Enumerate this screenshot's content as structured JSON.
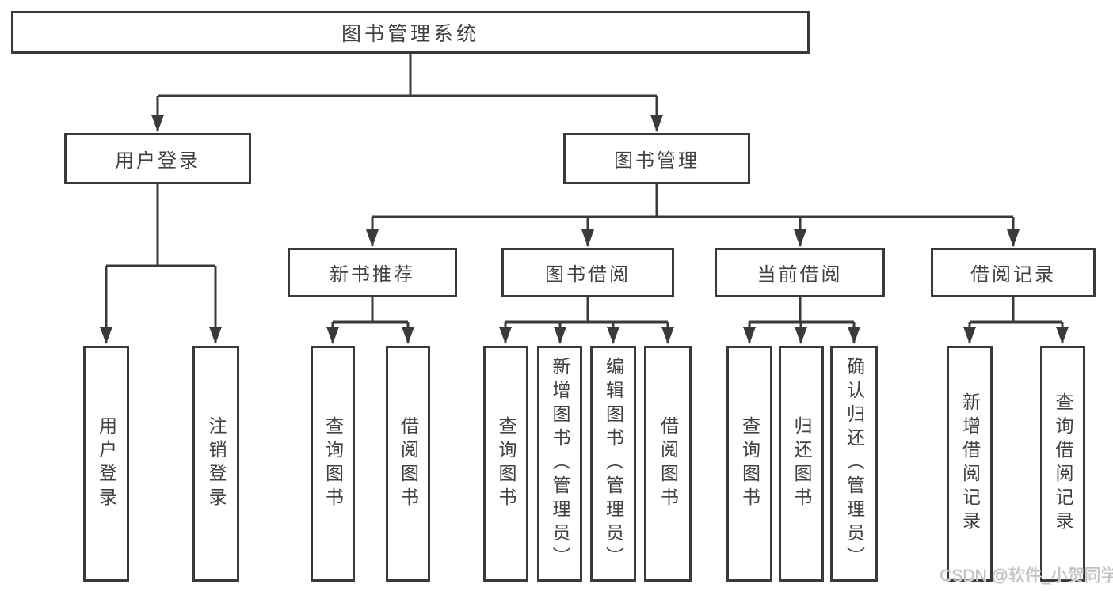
{
  "nodes": {
    "root": "图书管理系统",
    "user_login": "用户登录",
    "book_mgmt": "图书管理",
    "new_books": "新书推荐",
    "book_borrow": "图书借阅",
    "current_borrow": "当前借阅",
    "borrow_records": "借阅记录",
    "leaf_user_login": "用户登录",
    "leaf_logout": "注销登录",
    "nb_query_books": "查询图书",
    "nb_borrow_books": "借阅图书",
    "bb_query_books": "查询图书",
    "bb_add_books": "新增图书（管理员）",
    "bb_edit_books": "编辑图书（管理员）",
    "bb_borrow_books": "借阅图书",
    "cb_query_books": "查询图书",
    "cb_return_books": "归还图书",
    "cb_confirm_return": "确认归还（管理员）",
    "br_add_record": "新增借阅记录",
    "br_query_record": "查询借阅记录"
  },
  "hierarchy": {
    "图书管理系统": [
      "用户登录",
      "图书管理"
    ],
    "用户登录": [
      "用户登录",
      "注销登录"
    ],
    "图书管理": [
      "新书推荐",
      "图书借阅",
      "当前借阅",
      "借阅记录"
    ],
    "新书推荐": [
      "查询图书",
      "借阅图书"
    ],
    "图书借阅": [
      "查询图书",
      "新增图书（管理员）",
      "编辑图书（管理员）",
      "借阅图书"
    ],
    "当前借阅": [
      "查询图书",
      "归还图书",
      "确认归还（管理员）"
    ],
    "借阅记录": [
      "新增借阅记录",
      "查询借阅记录"
    ]
  },
  "watermark": "CSDN @软件_小贺同学",
  "colors": {
    "line": "#3a3a3c",
    "text": "#414144",
    "watermark": "#bfbfbf",
    "background": "#ffffff"
  }
}
